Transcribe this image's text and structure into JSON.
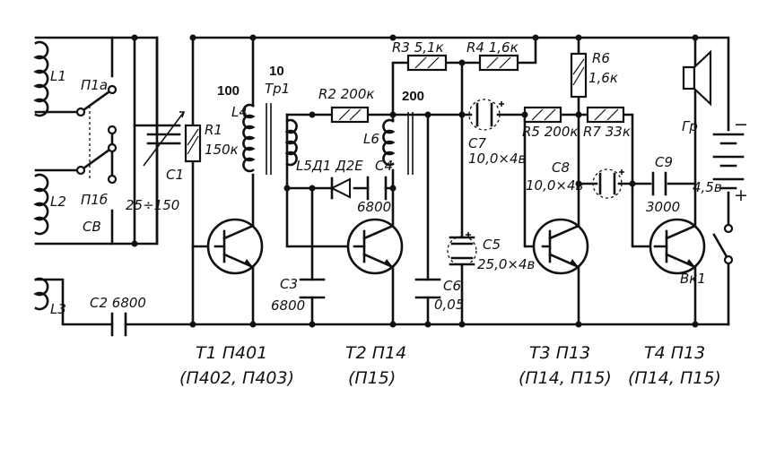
{
  "labels": {
    "L1": "L1",
    "L2": "L2",
    "L3": "L3",
    "L4": "L4",
    "L5": "L5",
    "L6": "L6",
    "P1a": "П1а",
    "P1b": "П1б",
    "CB": "СВ",
    "C1": "C1",
    "C1_value": "25÷150",
    "C2": "C2 6800",
    "C3": "C3",
    "C3_value": "6800",
    "C4": "C4",
    "C4_value": "6800",
    "C5": "C5",
    "C5_value": "25,0×4в",
    "C6": "C6",
    "C6_value": "0,05",
    "C7": "C7",
    "C7_value": "10,0×4в",
    "C8": "C8",
    "C8_value": "10,0×4в",
    "C9": "C9",
    "C9_value": "3000",
    "R1": "R1",
    "R1_value": "150к",
    "R2": "R2 200к",
    "R3": "R3 5,1к",
    "R4": "R4 1,6к",
    "R5": "R5 200к",
    "R6": "R6",
    "R6_value": "1,6к",
    "R7": "R7 33к",
    "D1": "Д1 Д2Е",
    "Tr1": "Тр1",
    "Gr": "Гр",
    "battery_voltage": "4,5в",
    "switch": "Вк1",
    "minus": "−",
    "plus": "+",
    "ann_10": "10",
    "ann_100": "100",
    "ann_200": "200"
  },
  "transistors": [
    {
      "name": "T1 П401",
      "alt": "(П402, П403)"
    },
    {
      "name": "T2 П14",
      "alt": "(П15)"
    },
    {
      "name": "T3 П13",
      "alt": "(П14, П15)"
    },
    {
      "name": "T4 П13",
      "alt": "(П14, П15)"
    }
  ]
}
